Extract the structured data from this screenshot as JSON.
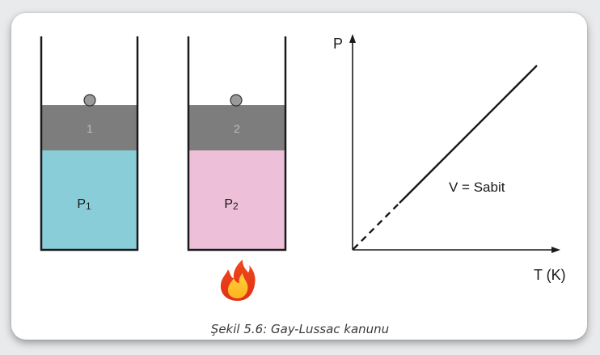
{
  "figure": {
    "caption": "Şekil 5.6: Gay-Lussac kanunu"
  },
  "containers": [
    {
      "piston_label": "1",
      "gas_label_main": "P",
      "gas_label_sub": "1",
      "gas_color": "#89cdd9",
      "piston_color": "#7d7d7d",
      "heated": false
    },
    {
      "piston_label": "2",
      "gas_label_main": "P",
      "gas_label_sub": "2",
      "gas_color": "#eebfd9",
      "piston_color": "#7d7d7d",
      "heated": true,
      "heat_icon": "flame-icon"
    }
  ],
  "graph": {
    "y_axis_label": "P",
    "x_axis_label": "T (K)",
    "line_label": "V = Sabit",
    "line_color": "#000000"
  }
}
